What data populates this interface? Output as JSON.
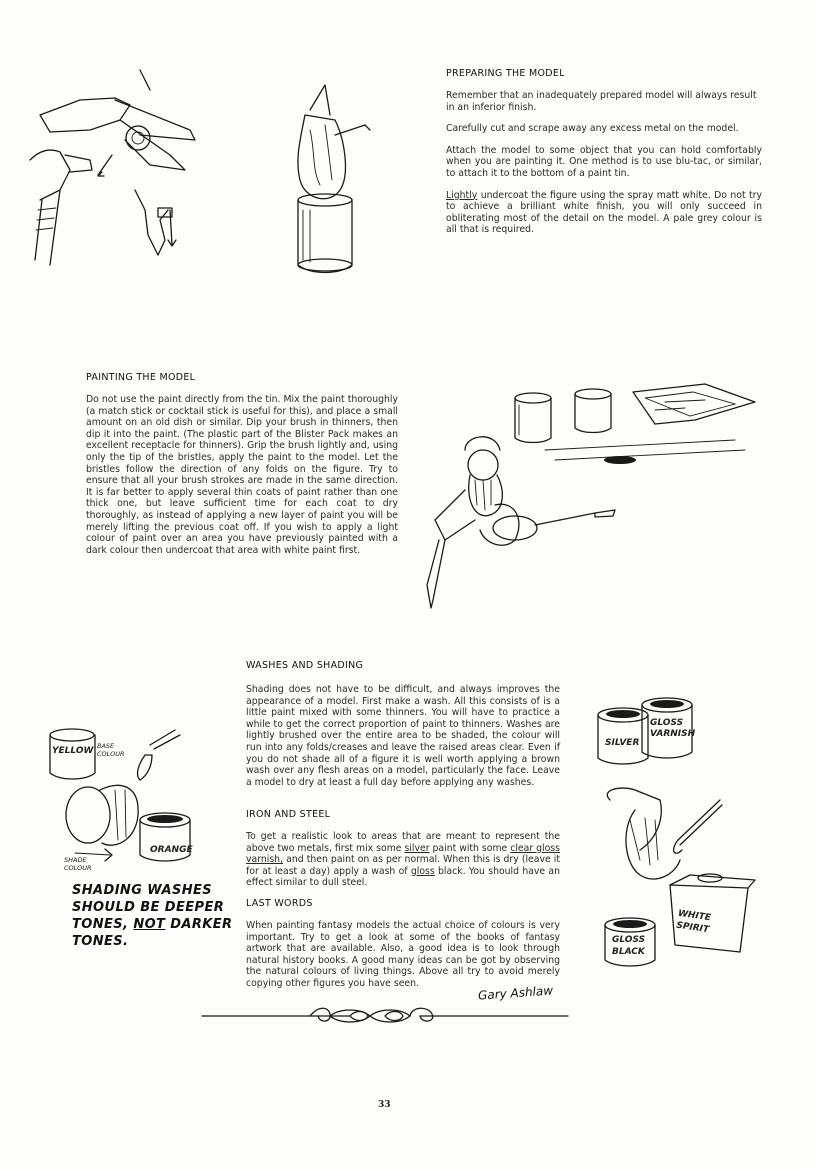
{
  "preparing": {
    "heading": "PREPARING THE MODEL",
    "p1": "Remember that an inadequately prepared model will always result in an inferior finish.",
    "p2": "Carefully cut and scrape away any excess metal on the model.",
    "p3": "Attach the model to some object that you can hold comfortably when you are painting it. One method is to use blu-tac, or similar, to attach it to the bottom of a paint tin.",
    "p4_lead": "Lightly",
    "p4_rest": " undercoat the figure using the spray matt white. Do not try to achieve a brilliant white finish, you will only succeed in obliterating most of the detail on the model. A pale grey colour is all that is required."
  },
  "painting": {
    "heading": "PAINTING THE MODEL",
    "p1": "Do not use the paint directly from the tin. Mix the paint thoroughly (a match stick or cocktail stick is useful for this), and place a small amount on an old dish or similar. Dip your brush in thinners, then dip it into the paint. (The plastic part of the Blister Pack makes an excellent receptacle for thinners). Grip the brush lightly and, using only the tip of the bristles, apply the paint to the model. Let the bristles follow the direction of any folds on the figure. Try to ensure that all your brush strokes are made in the same direction. It is far better to apply several thin coats of paint rather than one thick one, but leave sufficient time for each coat to dry thoroughly, as instead of applying a new layer of paint you will be merely lifting the previous coat off. If you wish to apply a light colour of paint over an area you have previously painted with a dark colour then undercoat that area with white paint first."
  },
  "washes": {
    "heading": "WASHES AND SHADING",
    "p1": "Shading does not have to be difficult, and always improves the appearance of a model. First make a wash. All this consists of is a little paint mixed with some thinners. You will have to practice a while to get the correct proportion of paint to thinners. Washes are lightly brushed over the entire area to be shaded, the colour will run into any folds/creases and leave the raised areas clear. Even if you do not shade all of a figure it is well worth applying a brown wash over any flesh areas on a model, particularly the face. Leave a model to dry at least a full day before applying any washes."
  },
  "iron": {
    "heading": "IRON AND STEEL",
    "p_a": "To get a realistic look to areas that are meant to represent the above two metals, first mix some ",
    "silver": "silver",
    "p_b": " paint with some ",
    "varnish": "clear gloss varnish,",
    "p_c": " and then paint on as per normal. When this is dry (leave it for at least a day) apply a wash of ",
    "gloss": "gloss",
    "p_d": " black. You should have an effect similar to dull steel."
  },
  "last": {
    "heading": "LAST WORDS",
    "p1": "When painting fantasy models the actual choice of colours is very important. Try to get a look at some of the books of fantasy artwork that are available. Also, a good idea is to look through natural history books. A good many ideas can be got by observing the natural colours of living things. Above all try to avoid merely copying other figures you have seen."
  },
  "illustration_left": {
    "yellow": "YELLOW",
    "base_colour": "BASE COLOUR",
    "orange": "ORANGE",
    "shade_colour": "SHADE COLOUR",
    "caption_1": "SHADING WASHES",
    "caption_2": "SHOULD BE DEEPER",
    "caption_3a": "TONES, ",
    "caption_3b": "NOT",
    "caption_3c": " DARKER",
    "caption_4": "TONES."
  },
  "illustration_right": {
    "silver": "SILVER",
    "gloss_varnish_1": "GLOSS",
    "gloss_varnish_2": "VARNISH",
    "white_spirit_1": "WHITE",
    "white_spirit_2": "SPIRIT",
    "gloss_black_1": "GLOSS",
    "gloss_black_2": "BLACK"
  },
  "signature": "Gary Ashlaw",
  "page_number": "33"
}
